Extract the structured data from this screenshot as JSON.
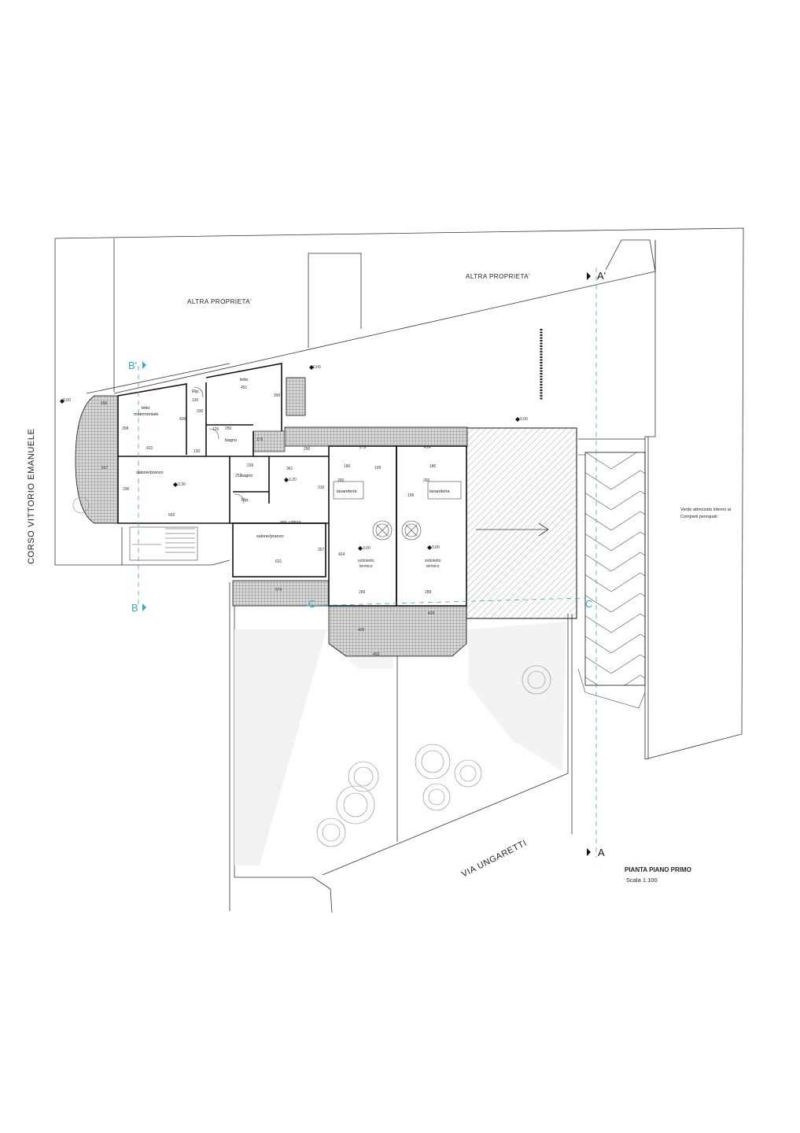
{
  "labels": {
    "other_property_left": "ALTRA PROPRIETA'",
    "other_property_right": "ALTRA PROPRIETA'",
    "street_left": "CORSO VITTORIO EMANUELE",
    "street_bottom": "VIA UNGARETTI",
    "green_area": [
      "Verde attrezzato interno ai",
      "Comparti perequati"
    ],
    "drawing_title": "PIANTA PIANO PRIMO",
    "drawing_scale": "Scala  1:100"
  },
  "rooms": {
    "letto_matrimoniale": [
      "letto",
      "matrimoniale"
    ],
    "letto": "letto",
    "rip_top": "Rip.",
    "bagno_top": "bagno",
    "salone_left": "salone/pranzo",
    "bagno_mid": "bagno",
    "rip_mid": "Rip.",
    "salone_mid": "salone/pranzo",
    "lavanderia_1": "lavanderia",
    "lavanderia_2": "lavanderia",
    "sottotetto_1": [
      "sottotetto",
      "termico"
    ],
    "sottotetto_2": [
      "sottotetto",
      "termico"
    ],
    "small_note": "ang. cottura"
  },
  "elevations": {
    "e_left": "0,00",
    "e_top": "0,00",
    "e_yard": "0,00",
    "e_salone_left": "3,30",
    "e_room_mid": "3,30",
    "e_sott_1": "3,00",
    "e_sott_2": "3,00"
  },
  "sections": {
    "a_top": "A'",
    "a_bottom": "A",
    "b_top": "B'",
    "b_bottom": "B",
    "c_left": "C",
    "c_right": "C"
  },
  "dimensions": {
    "d150": "150",
    "d358": "358",
    "d422": "422",
    "d436": "436",
    "d130a": "130",
    "d330": "330",
    "d120": "120",
    "d451": "451",
    "d130b": "130",
    "d250": "250",
    "d390": "390",
    "d692": "692",
    "d296": "296",
    "d507": "507",
    "d236": "236",
    "d361": "361",
    "d252": "252",
    "d316": "316",
    "d179": "179",
    "d290": "290",
    "d279": "279",
    "d414": "414",
    "d180a": "180",
    "d180b": "180",
    "d199a": "199",
    "d199b": "199",
    "d260a": "260",
    "d260b": "260",
    "d424": "424",
    "d289a": "289",
    "d289b": "289",
    "d631": "631",
    "d357": "357",
    "d674": "674",
    "d429a": "429",
    "d429b": "429",
    "d452": "452"
  },
  "colors": {
    "section_line": "#3aa6c6",
    "wall": "#111111",
    "paving": "#f0f0f0"
  }
}
